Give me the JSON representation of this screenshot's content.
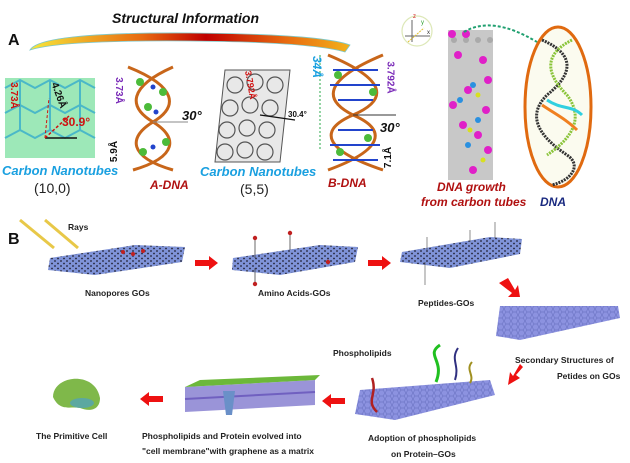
{
  "panel_a": {
    "label": "A",
    "title": "Structural Information",
    "items": [
      {
        "name": "Carbon Nanotubes",
        "index": "(10,0)",
        "measurements": [
          "3.73Å",
          "4.26Å",
          "30.9°"
        ]
      },
      {
        "name": "A-DNA",
        "measurements": [
          "3.73Å",
          "30°",
          "5.9Å"
        ]
      },
      {
        "name": "Carbon Nanotubes",
        "index": "(5,5)",
        "measurements": [
          "3.792Å",
          "30.4°"
        ]
      },
      {
        "name": "B-DNA",
        "measurements": [
          "34Å",
          "3.792Å",
          "30°",
          "7.1Å"
        ]
      },
      {
        "name_line1": "DNA growth",
        "name_line2": "from carbon tubes"
      },
      {
        "name": "DNA"
      }
    ],
    "axes_icon": {
      "x": "x",
      "y": "y",
      "z": "z"
    },
    "colors": {
      "cnt": "#1aa0e0",
      "dna": "#b01010",
      "accent_arc_mid": "#c00000"
    }
  },
  "panel_b": {
    "label": "B",
    "rays_label": "Rays",
    "steps": [
      {
        "caption": "Nanopores GOs"
      },
      {
        "caption": "Amino Acids-GOs"
      },
      {
        "caption": "Peptides-GOs"
      },
      {
        "caption_line1": "Secondary Structures of",
        "caption_line2": "Petides on GOs"
      },
      {
        "caption_line1": "Adoption of phospholipids",
        "caption_line2": "on Protein–GOs",
        "annotation": "Phospholipids"
      },
      {
        "caption_line1": "Phospholipids and Protein evolved into",
        "caption_line2": "\"cell membrane\"with graphene as a matrix"
      },
      {
        "caption": "The Primitive Cell"
      }
    ],
    "arrow_color": "#ee1111"
  }
}
